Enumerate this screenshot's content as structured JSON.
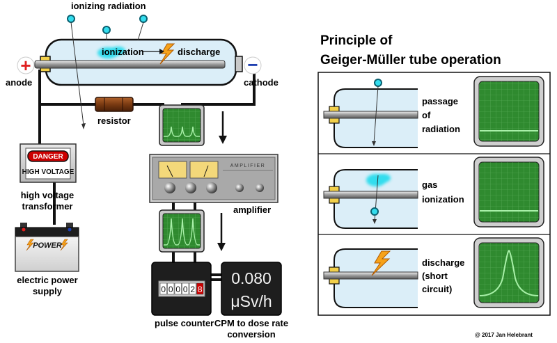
{
  "labels": {
    "ionizing_radiation": "ionizing radiation",
    "ionization": "ionization",
    "discharge": "discharge",
    "anode": "anode",
    "cathode": "cathode",
    "plus_sign": "+",
    "minus_sign": "−",
    "resistor": "resistor",
    "danger": "DANGER",
    "high_voltage": "HIGH VOLTAGE",
    "transformer_line1": "high voltage",
    "transformer_line2": "transformer",
    "power": "POWER",
    "battery_line1": "electric power",
    "battery_line2": "supply",
    "amplifier_title": "AMPLIFIER",
    "amplifier": "amplifier",
    "counter_digits": [
      "0",
      "0",
      "0",
      "0",
      "2",
      "8"
    ],
    "pulse_counter": "pulse counter",
    "dose_value": "0.080",
    "dose_unit": "μSv/h",
    "conversion_line1": "CPM to dose rate",
    "conversion_line2": "conversion"
  },
  "principle": {
    "title_line1": "Principle of",
    "title_line2": "Geiger-Müller tube operation",
    "panels": [
      {
        "label_lines": [
          "passage",
          "of",
          "radiation"
        ]
      },
      {
        "label_lines": [
          "gas",
          "ionization"
        ]
      },
      {
        "label_lines": [
          "discharge",
          "(short",
          "circuit)"
        ]
      }
    ]
  },
  "copyright": "@ 2017 Jan Helebrant",
  "colors": {
    "tube_fill": "#dbeef8",
    "screen_green": "#2f8a2f",
    "trace_green": "#a8f0a8",
    "ion_cyan": "#33ddee",
    "anode_red": "#e02020",
    "cathode_blue": "#1f3fb0",
    "danger_red": "#cc0000",
    "connector_yellow": "#f2d04a"
  }
}
